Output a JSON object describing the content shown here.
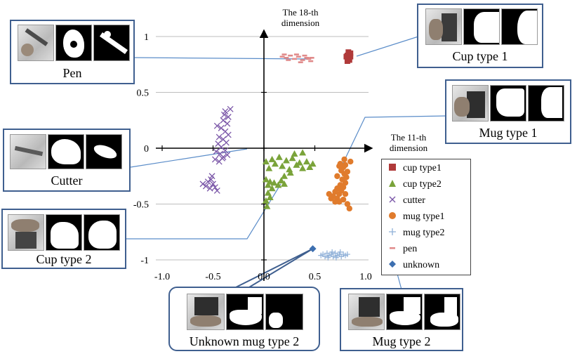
{
  "chart_data": {
    "type": "scatter",
    "x_axis": {
      "label_lines": [
        "The 11-th",
        "dimension"
      ],
      "range": [
        -1.0,
        1.0
      ],
      "ticks": [
        -1.0,
        -0.5,
        0.0,
        0.5,
        1.0
      ],
      "tick_labels": [
        "-1.0",
        "-0.5",
        "0.0",
        "0.5",
        "1.0"
      ]
    },
    "y_axis": {
      "label_lines": [
        "The 18-th",
        "dimension"
      ],
      "range": [
        -1,
        1
      ],
      "ticks": [
        1,
        0.5,
        0,
        -0.5,
        -1
      ],
      "tick_labels": [
        "1",
        "0.5",
        "0",
        "-0.5",
        "-1"
      ]
    },
    "grid": "horizontal",
    "legend_position": "right",
    "series": [
      {
        "name": "cup type1",
        "marker": "square",
        "color": "#b03a3a",
        "points": [
          [
            0.83,
            0.86
          ],
          [
            0.84,
            0.84
          ],
          [
            0.82,
            0.83
          ],
          [
            0.85,
            0.82
          ],
          [
            0.83,
            0.8
          ],
          [
            0.81,
            0.82
          ],
          [
            0.84,
            0.79
          ],
          [
            0.82,
            0.78
          ],
          [
            0.85,
            0.85
          ],
          [
            0.83,
            0.81
          ]
        ]
      },
      {
        "name": "cup type2",
        "marker": "triangle",
        "color": "#7aa33a",
        "points": [
          [
            0.02,
            -0.12
          ],
          [
            0.05,
            -0.18
          ],
          [
            0.08,
            -0.1
          ],
          [
            0.11,
            -0.14
          ],
          [
            0.15,
            -0.08
          ],
          [
            0.18,
            -0.16
          ],
          [
            0.22,
            -0.11
          ],
          [
            0.25,
            -0.19
          ],
          [
            0.28,
            -0.09
          ],
          [
            0.32,
            -0.15
          ],
          [
            0.35,
            -0.13
          ],
          [
            0.38,
            -0.18
          ],
          [
            0.42,
            -0.12
          ],
          [
            0.45,
            -0.17
          ],
          [
            0.48,
            -0.14
          ],
          [
            0.3,
            -0.05
          ],
          [
            0.38,
            -0.04
          ],
          [
            0.02,
            -0.28
          ],
          [
            0.04,
            -0.33
          ],
          [
            0.06,
            -0.3
          ],
          [
            0.08,
            -0.36
          ],
          [
            0.1,
            -0.31
          ],
          [
            0.14,
            -0.33
          ],
          [
            0.17,
            -0.29
          ],
          [
            0.2,
            -0.32
          ],
          [
            0.04,
            -0.4
          ],
          [
            0.06,
            -0.44
          ],
          [
            0.02,
            -0.47
          ],
          [
            0.03,
            -0.52
          ],
          [
            0.26,
            -0.22
          ],
          [
            0.2,
            -0.25
          ]
        ]
      },
      {
        "name": "cutter",
        "marker": "x",
        "color": "#7b57a8",
        "points": [
          [
            -0.38,
            0.33
          ],
          [
            -0.35,
            0.28
          ],
          [
            -0.4,
            0.25
          ],
          [
            -0.36,
            0.22
          ],
          [
            -0.42,
            0.18
          ],
          [
            -0.38,
            0.15
          ],
          [
            -0.35,
            0.12
          ],
          [
            -0.44,
            0.1
          ],
          [
            -0.4,
            0.08
          ],
          [
            -0.37,
            0.05
          ],
          [
            -0.45,
            0.04
          ],
          [
            -0.42,
            0.01
          ],
          [
            -0.38,
            -0.02
          ],
          [
            -0.47,
            -0.03
          ],
          [
            -0.43,
            -0.05
          ],
          [
            -0.4,
            -0.08
          ],
          [
            -0.36,
            -0.06
          ],
          [
            -0.48,
            -0.1
          ],
          [
            -0.44,
            -0.12
          ],
          [
            -0.41,
            -0.09
          ],
          [
            -0.39,
            0.3
          ],
          [
            -0.33,
            0.35
          ],
          [
            -0.46,
            0.2
          ],
          [
            -0.52,
            -0.28
          ],
          [
            -0.55,
            -0.3
          ],
          [
            -0.5,
            -0.32
          ],
          [
            -0.57,
            -0.34
          ],
          [
            -0.53,
            -0.36
          ],
          [
            -0.48,
            -0.35
          ],
          [
            -0.6,
            -0.32
          ],
          [
            -0.51,
            -0.25
          ],
          [
            -0.46,
            -0.38
          ]
        ]
      },
      {
        "name": "mug type1",
        "marker": "circle",
        "color": "#e07b2c",
        "points": [
          [
            0.75,
            -0.14
          ],
          [
            0.78,
            -0.17
          ],
          [
            0.8,
            -0.15
          ],
          [
            0.76,
            -0.2
          ],
          [
            0.79,
            -0.23
          ],
          [
            0.81,
            -0.26
          ],
          [
            0.77,
            -0.28
          ],
          [
            0.8,
            -0.31
          ],
          [
            0.75,
            -0.33
          ],
          [
            0.72,
            -0.36
          ],
          [
            0.78,
            -0.35
          ],
          [
            0.7,
            -0.39
          ],
          [
            0.74,
            -0.41
          ],
          [
            0.68,
            -0.43
          ],
          [
            0.72,
            -0.45
          ],
          [
            0.66,
            -0.45
          ],
          [
            0.7,
            -0.48
          ],
          [
            0.74,
            -0.48
          ],
          [
            0.78,
            -0.46
          ],
          [
            0.82,
            -0.5
          ],
          [
            0.84,
            -0.54
          ],
          [
            0.8,
            -0.41
          ],
          [
            0.82,
            -0.21
          ],
          [
            0.72,
            -0.25
          ],
          [
            0.76,
            -0.38
          ],
          [
            0.64,
            -0.41
          ],
          [
            0.85,
            -0.12
          ],
          [
            0.74,
            -0.16
          ],
          [
            0.79,
            -0.1
          ]
        ]
      },
      {
        "name": "mug type2",
        "marker": "plus",
        "color": "#8fb0d8",
        "points": [
          [
            0.58,
            -0.95
          ],
          [
            0.6,
            -0.97
          ],
          [
            0.62,
            -0.94
          ],
          [
            0.64,
            -0.96
          ],
          [
            0.66,
            -0.95
          ],
          [
            0.68,
            -0.97
          ],
          [
            0.7,
            -0.94
          ],
          [
            0.72,
            -0.96
          ],
          [
            0.74,
            -0.95
          ],
          [
            0.76,
            -0.97
          ],
          [
            0.78,
            -0.95
          ],
          [
            0.8,
            -0.96
          ],
          [
            0.63,
            -0.98
          ],
          [
            0.67,
            -0.93
          ],
          [
            0.71,
            -0.98
          ],
          [
            0.75,
            -0.93
          ],
          [
            0.82,
            -0.95
          ],
          [
            0.56,
            -0.96
          ]
        ]
      },
      {
        "name": "pen",
        "marker": "dash",
        "color": "#e08a8a",
        "points": [
          [
            0.18,
            0.82
          ],
          [
            0.22,
            0.81
          ],
          [
            0.26,
            0.83
          ],
          [
            0.3,
            0.8
          ],
          [
            0.34,
            0.82
          ],
          [
            0.38,
            0.79
          ],
          [
            0.42,
            0.81
          ],
          [
            0.46,
            0.78
          ],
          [
            0.24,
            0.79
          ],
          [
            0.32,
            0.84
          ],
          [
            0.4,
            0.83
          ],
          [
            0.44,
            0.8
          ],
          [
            0.2,
            0.84
          ],
          [
            0.36,
            0.77
          ],
          [
            0.47,
            0.81
          ]
        ]
      },
      {
        "name": "unknown",
        "marker": "diamond",
        "color": "#3d6fb0",
        "points": [
          [
            0.48,
            -0.9
          ]
        ]
      }
    ]
  },
  "callouts": [
    {
      "id": "pen",
      "label": "Pen"
    },
    {
      "id": "cup1",
      "label": "Cup type 1"
    },
    {
      "id": "mug1",
      "label": "Mug type 1"
    },
    {
      "id": "cutter",
      "label": "Cutter"
    },
    {
      "id": "cup2",
      "label": "Cup type 2"
    },
    {
      "id": "unknown",
      "label": "Unknown mug type 2"
    },
    {
      "id": "mug2",
      "label": "Mug type 2"
    }
  ],
  "colors": {
    "callout_border": "#3f5f8f",
    "leader_line": "#5b8dc9",
    "grid": "#bdbdbd"
  }
}
